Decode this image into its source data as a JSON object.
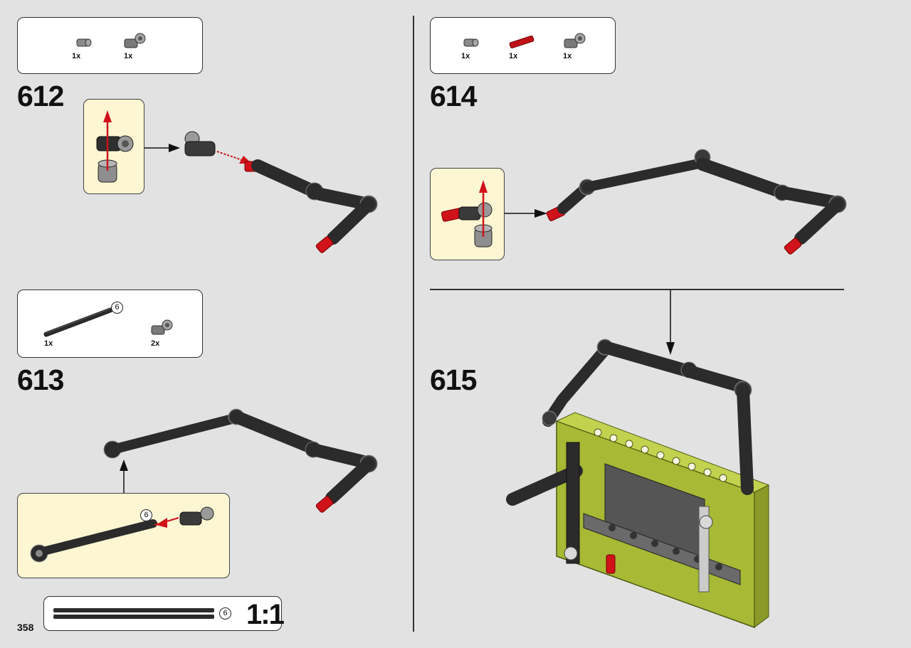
{
  "page": {
    "number": "358"
  },
  "steps": [
    {
      "number": "612",
      "parts": [
        {
          "icon": "pin-connector-icon",
          "qty": "1x"
        },
        {
          "icon": "angle-connector-icon",
          "qty": "1x"
        }
      ]
    },
    {
      "number": "613",
      "parts": [
        {
          "icon": "axle-6-icon",
          "qty": "1x",
          "length": "6"
        },
        {
          "icon": "angle-connector-icon",
          "qty": "2x"
        }
      ],
      "callout_length": "6"
    },
    {
      "number": "614",
      "parts": [
        {
          "icon": "pin-connector-icon",
          "qty": "1x"
        },
        {
          "icon": "red-axle-pin-icon",
          "qty": "1x"
        },
        {
          "icon": "angle-connector-icon",
          "qty": "1x"
        }
      ]
    },
    {
      "number": "615"
    }
  ],
  "scale_ruler": {
    "length": "6",
    "ratio": "1:1"
  },
  "colors": {
    "background": "#e2e2e2",
    "callout": "#fdf6d3",
    "beam": "#2b2b2b",
    "red_part": "#d0121b",
    "lime_part": "#a7b935",
    "arrow_red": "#d0121b"
  }
}
